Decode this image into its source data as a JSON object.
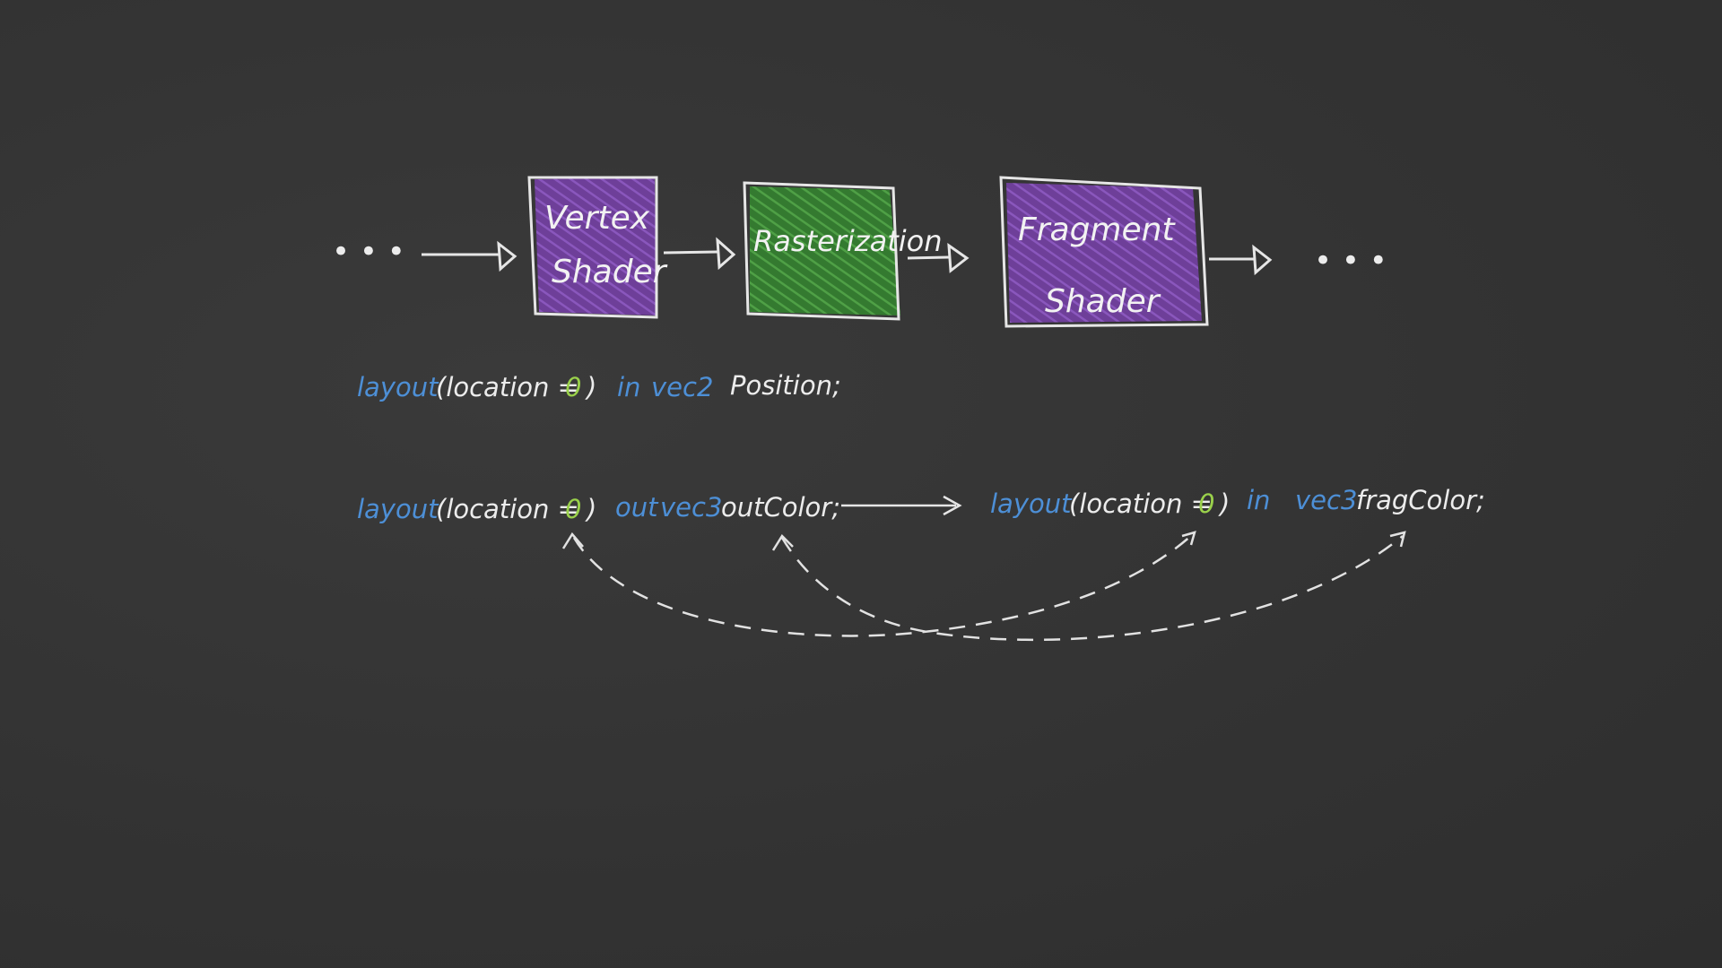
{
  "colors": {
    "background": "#343434",
    "vertex_fill": "#7a4aa6",
    "raster_fill": "#3f8f3a",
    "fragment_fill": "#7a4aa6",
    "chalk": "#ececec",
    "keyword": "#4d8fd6",
    "number": "#9ad14b"
  },
  "pipeline": {
    "leading_dots": "• • •",
    "trailing_dots": "• • •",
    "stages": [
      {
        "line1": "Vertex",
        "line2": "Shader"
      },
      {
        "line1": "Rasterization",
        "line2": ""
      },
      {
        "line1": "Fragment",
        "line2": "Shader"
      }
    ]
  },
  "code": {
    "line1": {
      "kw_layout": "layout",
      "open": "(location =",
      "num": "0",
      "close": ")",
      "kw_in": "in",
      "kw_type": "vec2",
      "name": "Position;"
    },
    "line2_left": {
      "kw_layout": "layout",
      "open": "(location =",
      "num": "0",
      "close": ")",
      "kw_out": "out",
      "kw_type": "vec3",
      "name": "outColor;"
    },
    "line2_right": {
      "kw_layout": "layout",
      "open": "(location =",
      "num": "0",
      "close": ")",
      "kw_in": "in",
      "kw_type": "vec3",
      "name": "fragColor;"
    }
  }
}
